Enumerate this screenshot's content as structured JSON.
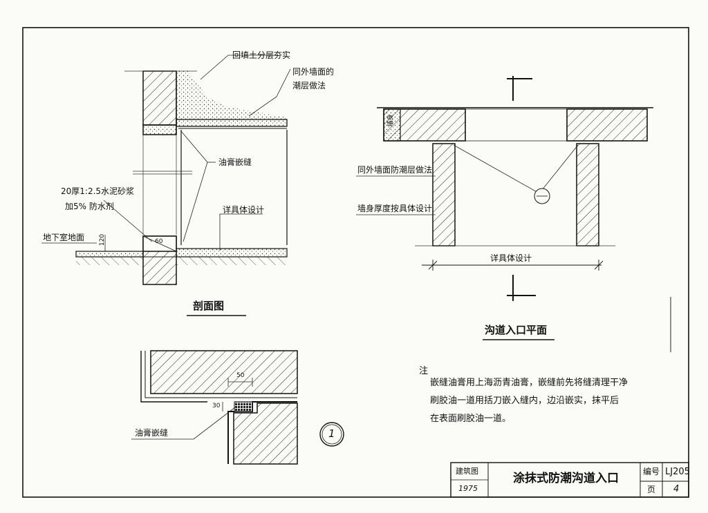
{
  "labels": {
    "backfill": "回填土分层夯实",
    "exterior_wall": "同外墙面的",
    "exterior_wall_2": "潮层做法",
    "sealant_joint_sec": "油膏嵌缝",
    "mortar_1": "20厚1:2.5水泥砂浆",
    "mortar_2": "加5% 防水剂",
    "design_sec": "详具体设计",
    "basement_floor": "地下室地面",
    "dim_120": "120",
    "dim_60": "60",
    "dim_50": "50",
    "dim_30": "30",
    "plan_wall_dmp": "同外墙面防潮层做法",
    "plan_trench_wall": "墙身厚度按具体设计",
    "plan_design": "详具体设计",
    "detail_sealant": "油膏嵌缝",
    "wall_tag": "墙身",
    "detail_id": "1"
  },
  "captions": {
    "section": "剖面图",
    "plan": "沟道入口平面"
  },
  "notes": {
    "heading": "注",
    "line1": "嵌缝油膏用上海沥青油膏，嵌缝前先将缝清理干净",
    "line2": "刷胶油一道用括刀嵌入缝内，边沿嵌实，抹平后",
    "line3": "在表面刷胶油一道。"
  },
  "title_block": {
    "drawn_label": "建筑图",
    "year": "1975",
    "title": "涂抹式防潮沟道入口",
    "code_label": "编号",
    "code": "LJ205",
    "page_label": "页",
    "page": "4"
  }
}
